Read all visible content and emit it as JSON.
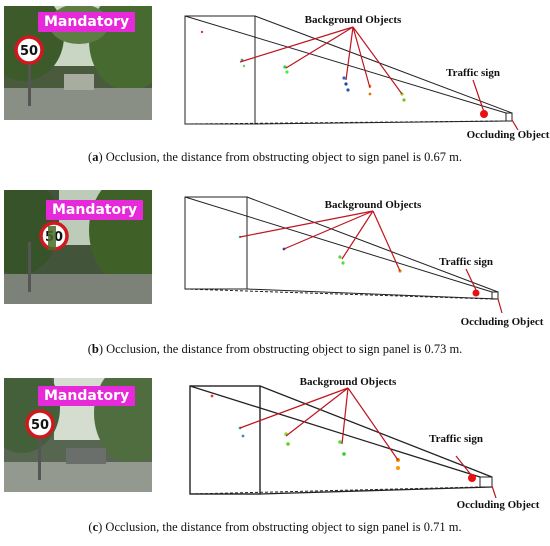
{
  "panels": [
    {
      "badge": "Mandatory",
      "sign_number": "50",
      "labels": {
        "background": "Background Objects",
        "traffic": "Traffic sign",
        "occluding": "Occluding Object"
      },
      "caption": {
        "letter": "a",
        "text": " Occlusion, the distance from obstructing object to sign panel is 0.67 m."
      }
    },
    {
      "badge": "Mandatory",
      "sign_number": "50",
      "labels": {
        "background": "Background Objects",
        "traffic": "Traffic sign",
        "occluding": "Occluding Object"
      },
      "caption": {
        "letter": "b",
        "text": " Occlusion, the distance from obstructing object to sign panel is 0.73 m."
      }
    },
    {
      "badge": "Mandatory",
      "sign_number": "50",
      "labels": {
        "background": "Background Objects",
        "traffic": "Traffic sign",
        "occluding": "Occluding Object"
      },
      "caption": {
        "letter": "c",
        "text": " Occlusion, the distance from obstructing object to sign panel is 0.71 m."
      }
    }
  ],
  "colors": {
    "badge": "#e62ad9",
    "pointer_line": "#c0141e",
    "sign_dot": "#e81010",
    "frustum": "#222222"
  }
}
